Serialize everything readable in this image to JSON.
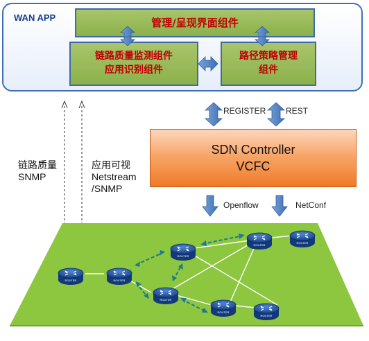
{
  "wan_app": {
    "label": "WAN APP",
    "mgmt_component": "管理/呈现界面组件",
    "monitor_component": [
      "链路质量监测组件",
      "应用识别组件"
    ],
    "path_component": [
      "路径策略管理",
      "组件"
    ]
  },
  "northbound": {
    "register": "REGISTER",
    "rest": "REST"
  },
  "controller": {
    "title": "SDN Controller",
    "subtitle": "VCFC"
  },
  "southbound": {
    "openflow": "Openflow",
    "netconf": "NetConf"
  },
  "left_labels": {
    "link_quality": [
      "链路质量",
      "SNMP"
    ],
    "app_visibility": [
      "应用可视",
      "Netstream",
      "/SNMP"
    ]
  },
  "router_label": "ROUTER",
  "colors": {
    "panel_border": "#3d6fb6",
    "component_fill": "#9bbb59",
    "component_text": "#c00000",
    "controller_fill": "#f79646",
    "network_plane": "#8dc63f",
    "arrow_fill": "#4f81bd",
    "dashed_link": "#1f7a8c",
    "router_fill": "#1f4e9c"
  }
}
